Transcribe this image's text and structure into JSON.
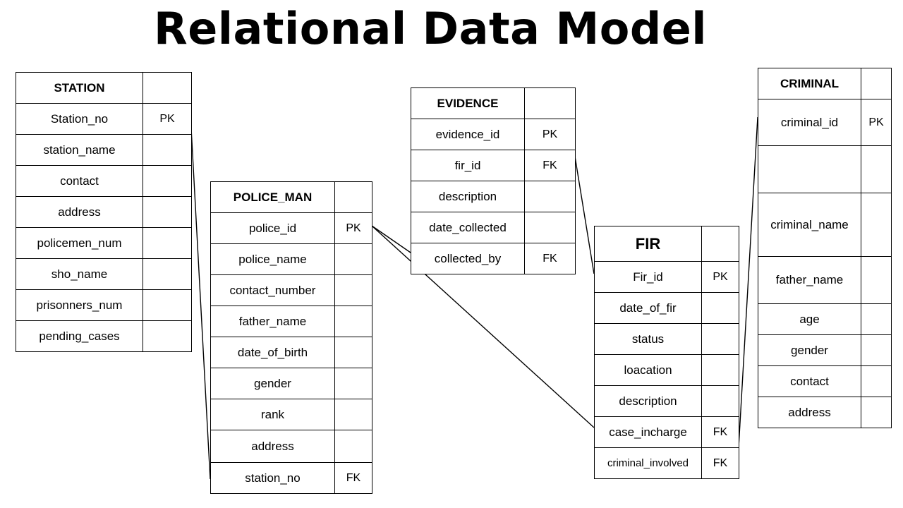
{
  "title": "Relational Data Model",
  "entities": {
    "station": {
      "name": "STATION",
      "fields": [
        {
          "name": "Station_no",
          "key": "PK"
        },
        {
          "name": "station_name",
          "key": ""
        },
        {
          "name": "contact",
          "key": ""
        },
        {
          "name": "address",
          "key": ""
        },
        {
          "name": "policemen_num",
          "key": ""
        },
        {
          "name": "sho_name",
          "key": ""
        },
        {
          "name": "prisonners_num",
          "key": ""
        },
        {
          "name": "pending_cases",
          "key": ""
        }
      ]
    },
    "police_man": {
      "name": "POLICE_MAN",
      "fields": [
        {
          "name": "police_id",
          "key": "PK"
        },
        {
          "name": "police_name",
          "key": ""
        },
        {
          "name": "contact_number",
          "key": ""
        },
        {
          "name": "father_name",
          "key": ""
        },
        {
          "name": "date_of_birth",
          "key": ""
        },
        {
          "name": "gender",
          "key": ""
        },
        {
          "name": "rank",
          "key": ""
        },
        {
          "name": "address",
          "key": ""
        },
        {
          "name": "station_no",
          "key": "FK"
        }
      ]
    },
    "evidence": {
      "name": "EVIDENCE",
      "fields": [
        {
          "name": "evidence_id",
          "key": "PK"
        },
        {
          "name": "fir_id",
          "key": "FK"
        },
        {
          "name": "description",
          "key": ""
        },
        {
          "name": "date_collected",
          "key": ""
        },
        {
          "name": "collected_by",
          "key": "FK"
        }
      ]
    },
    "fir": {
      "name": "FIR",
      "fields": [
        {
          "name": "Fir_id",
          "key": "PK"
        },
        {
          "name": "date_of_fir",
          "key": ""
        },
        {
          "name": "status",
          "key": ""
        },
        {
          "name": "loacation",
          "key": ""
        },
        {
          "name": "description",
          "key": ""
        },
        {
          "name": "case_incharge",
          "key": "FK"
        },
        {
          "name": "criminal_involved",
          "key": "FK"
        }
      ]
    },
    "criminal": {
      "name": "CRIMINAL",
      "fields": [
        {
          "name": "criminal_id",
          "key": "PK"
        },
        {
          "name": "",
          "key": ""
        },
        {
          "name": "criminal_name",
          "key": ""
        },
        {
          "name": "father_name",
          "key": ""
        },
        {
          "name": "age",
          "key": ""
        },
        {
          "name": "gender",
          "key": ""
        },
        {
          "name": "contact",
          "key": ""
        },
        {
          "name": "address",
          "key": ""
        }
      ]
    }
  }
}
